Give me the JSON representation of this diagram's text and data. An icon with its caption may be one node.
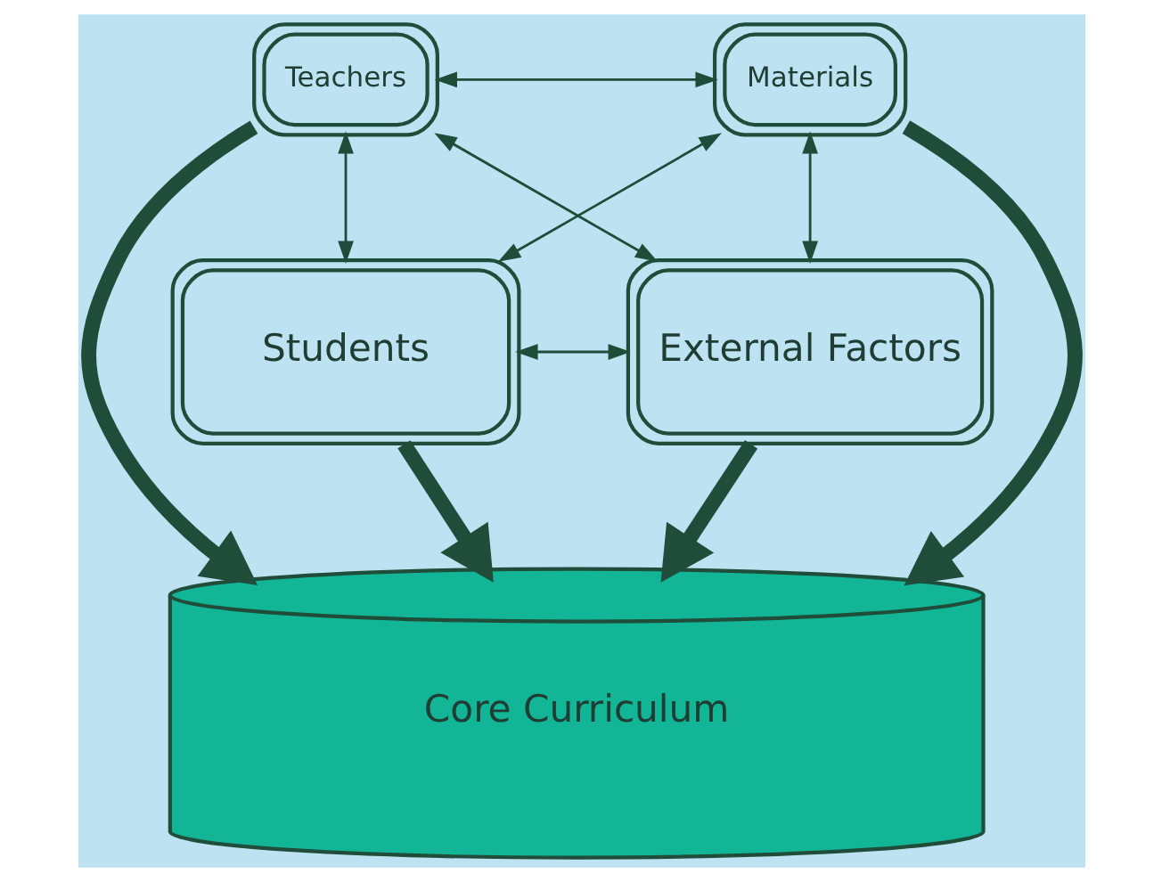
{
  "diagram": {
    "nodes": [
      {
        "text": [
          "Teachers"
        ]
      },
      {
        "text": [
          "Materials"
        ]
      },
      {
        "text": [
          "Students"
        ]
      },
      {
        "text": [
          "External Factors"
        ]
      },
      {
        "text": [
          "Core Curriculum"
        ]
      }
    ],
    "edges": [
      {
        "from": 0,
        "to": 1,
        "arrow": "both"
      },
      {
        "from": 0,
        "to": 2,
        "arrow": "both"
      },
      {
        "from": 1,
        "to": 2,
        "arrow": "both"
      },
      {
        "from": 0,
        "to": 3,
        "arrow": "both"
      },
      {
        "from": 2,
        "to": 3,
        "arrow": "both"
      },
      {
        "from": 1,
        "to": 3,
        "arrow": "both"
      },
      {
        "from": 2,
        "to": 4,
        "arrow": "to",
        "style": "thick"
      },
      {
        "from": 0,
        "to": 4,
        "arrow": "to",
        "style": "thick"
      },
      {
        "from": 1,
        "to": 4,
        "arrow": "to",
        "style": "thick"
      },
      {
        "from": 3,
        "to": 4,
        "arrow": "to",
        "style": "thick"
      }
    ]
  }
}
